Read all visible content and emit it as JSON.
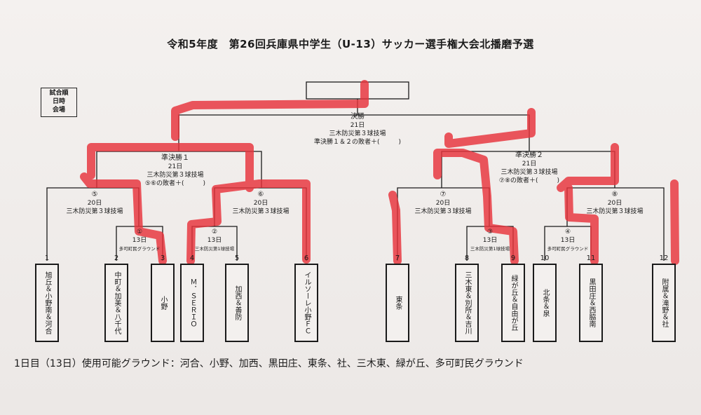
{
  "title": "令和5年度　第26回兵庫県中学生（U-13）サッカー選手権大会北播磨予選",
  "legend": {
    "lines": [
      "試合順",
      "日時",
      "会場"
    ]
  },
  "final": {
    "name": "決勝",
    "date": "21日",
    "venue": "三木防災第３球技場",
    "note": "準決勝１＆２の敗者＋(　　　)"
  },
  "semis": [
    {
      "name": "準決勝１",
      "date": "21日",
      "venue": "三木防災第３球技場",
      "note": "⑤⑥の敗者＋(　　　)"
    },
    {
      "name": "準決勝２",
      "date": "21日",
      "venue": "三木防災第３球技場",
      "note": "⑦⑧の敗者＋(　　　)"
    }
  ],
  "round2": [
    {
      "name": "⑤",
      "date": "20日",
      "venue": "三木防災第３球技場"
    },
    {
      "name": "⑥",
      "date": "20日",
      "venue": "三木防災第３球技場"
    },
    {
      "name": "⑦",
      "date": "20日",
      "venue": "三木防災第３球技場"
    },
    {
      "name": "⑧",
      "date": "20日",
      "venue": "三木防災第３球技場"
    }
  ],
  "round1": [
    {
      "name": "①",
      "date": "13日",
      "venue": "多可町民グラウンド"
    },
    {
      "name": "②",
      "date": "13日",
      "venue": "三木防災第1球技場"
    },
    {
      "name": "③",
      "date": "13日",
      "venue": "三木防災第1球技場"
    },
    {
      "name": "④",
      "date": "13日",
      "venue": "多可町民グラウンド"
    }
  ],
  "teams": [
    {
      "num": "1",
      "name": "旭丘＆小野南＆河合"
    },
    {
      "num": "2",
      "name": "中町＆加美＆八千代"
    },
    {
      "num": "3",
      "name": "小野"
    },
    {
      "num": "4",
      "name": "Ｍ．ＳＥＲＩＯ"
    },
    {
      "num": "5",
      "name": "加西＆善防"
    },
    {
      "num": "6",
      "name": "イルソーレ小野ＦＣ"
    },
    {
      "num": "7",
      "name": "東条"
    },
    {
      "num": "8",
      "name": "三木東＆別所＆吉川"
    },
    {
      "num": "9",
      "name": "緑が丘＆自由が丘"
    },
    {
      "num": "10",
      "name": "北条＆泉"
    },
    {
      "num": "11",
      "name": "黒田庄＆西脇南"
    },
    {
      "num": "12",
      "name": "附属＆滝野＆社"
    }
  ],
  "footer": "1日目（13日）使用可能グラウンド：河合、小野、加西、黒田庄、東条、社、三木東、緑が丘、多可町民グラウンド",
  "colors": {
    "ink": "#1a1a1a",
    "highlight": "#e8333c",
    "paper": "#f1eeec"
  }
}
